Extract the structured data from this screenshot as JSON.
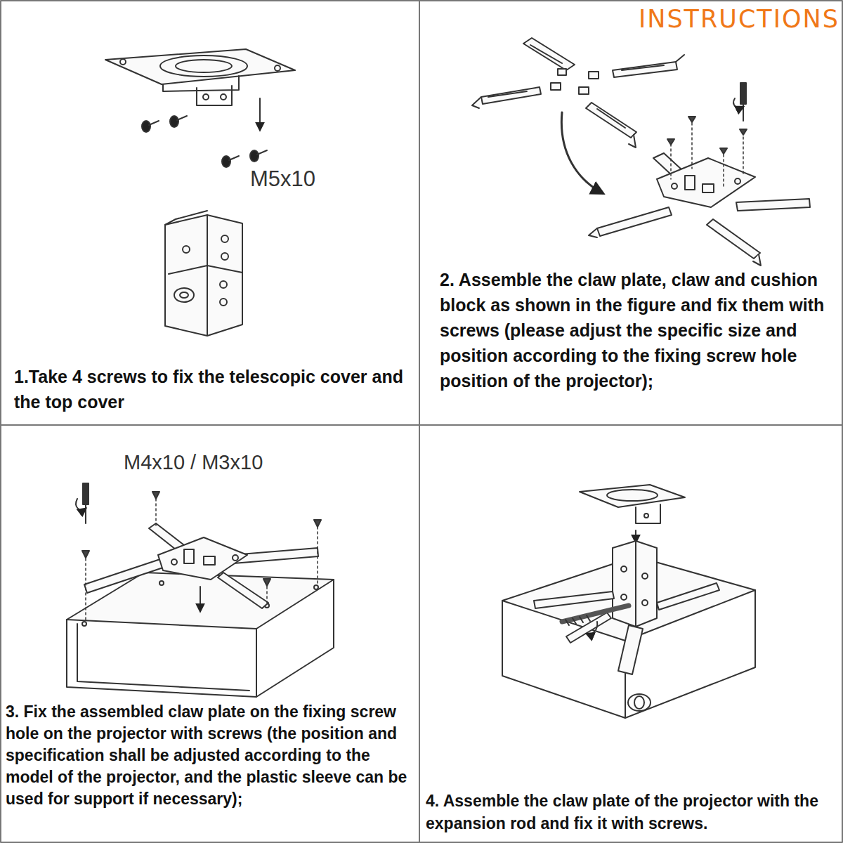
{
  "diagram": {
    "title": "INSTRUCTIONS",
    "labels": [
      "M5x10",
      "1.Take 4 screws to fix the telescopic cover and the top cover",
      "2. Assemble the claw plate, claw and cushion block as shown in the figure and fix them with screws (please adjust the specific size and position according to the fixing screw hole position of the projector);",
      "M4x10 / M3x10",
      "3. Fix the assembled claw plate on the fixing screw hole on the projector with screws (the position and specification shall be adjusted according to the model of the projector, and the plastic sleeve can be used for support if necessary);",
      "4. Assemble the claw plate of the projector with the expansion rod and fix it with screws."
    ]
  }
}
